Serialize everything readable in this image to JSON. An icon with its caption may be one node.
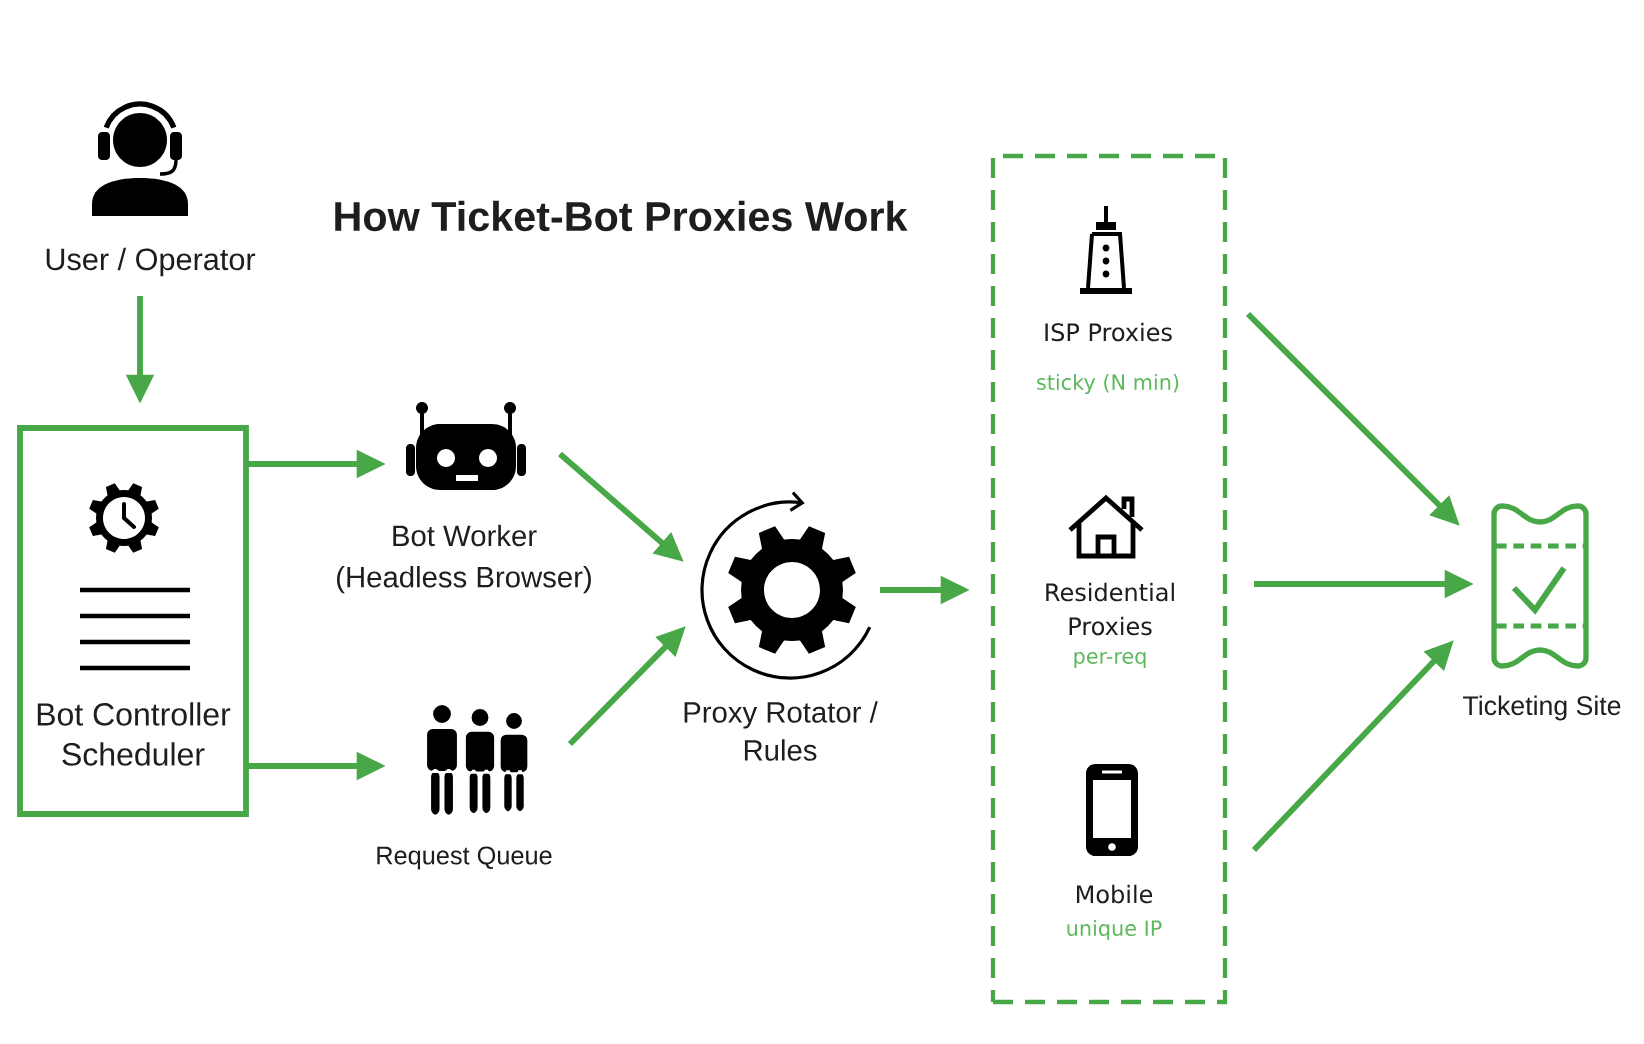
{
  "diagram": {
    "title": "How Ticket-Bot Proxies Work",
    "nodes": [
      {
        "text": [
          "User / Operator"
        ]
      },
      {
        "text": [
          "Bot Controller Scheduler"
        ]
      },
      {
        "text": [
          "Bot Worker (Headless Browser)"
        ]
      },
      {
        "text": [
          "Request Queue"
        ]
      },
      {
        "text": [
          "Proxy Rotator / Rules"
        ]
      },
      {
        "text": [],
        "shape": "box"
      },
      {
        "text": [
          "ISP Proxies",
          "sticky (N min)"
        ],
        "in": 5
      },
      {
        "text": [
          "Residential Proxies",
          "per-req"
        ],
        "in": 5
      },
      {
        "text": [
          "Mobile",
          "unique IP"
        ],
        "in": 5
      },
      {
        "text": [
          "Ticketing Site"
        ]
      }
    ],
    "edges": [
      {
        "from": 0,
        "to": 1,
        "arrow": "to"
      },
      {
        "from": 1,
        "to": 2,
        "arrow": "to"
      },
      {
        "from": 1,
        "to": 3,
        "arrow": "to"
      },
      {
        "from": 2,
        "to": 4,
        "arrow": "to"
      },
      {
        "from": 3,
        "to": 4,
        "arrow": "to"
      },
      {
        "from": 4,
        "to": 5,
        "arrow": "to"
      },
      {
        "from": 6,
        "to": 9,
        "arrow": "to"
      },
      {
        "from": 7,
        "to": 9,
        "arrow": "to"
      },
      {
        "from": 8,
        "to": 9,
        "arrow": "to"
      }
    ]
  }
}
